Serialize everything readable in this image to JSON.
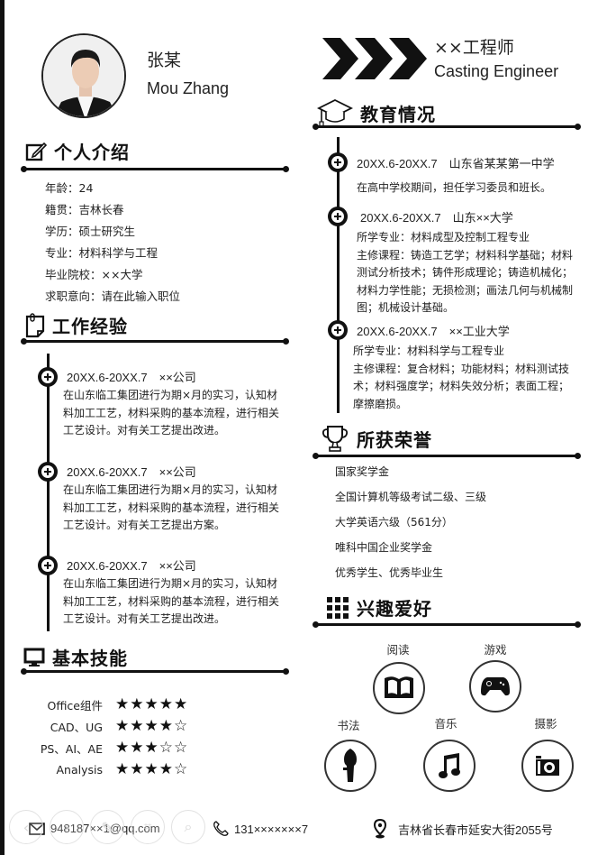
{
  "header": {
    "name_cn": "张某",
    "name_en": "Mou Zhang",
    "title_cn": "××工程师",
    "title_en": "Casting Engineer"
  },
  "profile": {
    "title": "个人介绍",
    "icon": "edit-icon",
    "lines": [
      "年龄：24",
      "籍贯：吉林长春",
      "学历：硕士研究生",
      "专业：材料科学与工程",
      "毕业院校：××大学",
      "求职意向：请在此输入职位"
    ]
  },
  "work": {
    "title": "工作经验",
    "icon": "document-icon",
    "entries": [
      {
        "head": "20XX.6-20XX.7　××公司",
        "body": "在山东临工集团进行为期×月的实习，认知材料加工工艺，材料采购的基本流程，进行相关工艺设计。对有关工艺提出改进。"
      },
      {
        "head": "20XX.6-20XX.7　××公司",
        "body": "在山东临工集团进行为期×月的实习，认知材料加工工艺，材料采购的基本流程，进行相关工艺设计。对有关工艺提出方案。"
      },
      {
        "head": "20XX.6-20XX.7　××公司",
        "body": "在山东临工集团进行为期×月的实习，认知材料加工工艺，材料采购的基本流程，进行相关工艺设计。对有关工艺提出改进。"
      }
    ]
  },
  "skills": {
    "title": "基本技能",
    "icon": "monitor-icon",
    "items": [
      {
        "name": "Office组件",
        "stars": "★★★★★",
        "rating": 5
      },
      {
        "name": "CAD、UG",
        "stars": "★★★★☆",
        "rating": 4
      },
      {
        "name": "PS、AI、AE",
        "stars": "★★★☆☆",
        "rating": 3
      },
      {
        "name": "Analysis",
        "stars": "★★★★☆",
        "rating": 4
      }
    ]
  },
  "education": {
    "title": "教育情况",
    "icon": "graduation-cap-icon",
    "entries": [
      {
        "head": "20XX.6-20XX.7　山东省某某第一中学",
        "body": "在高中学校期间，担任学习委员和班长。"
      },
      {
        "head": "20XX.6-20XX.7　山东××大学",
        "body": "所学专业：材料成型及控制工程专业\n主修课程：铸造工艺学；材料科学基础；材料测试分析技术；铸件形成理论；铸造机械化；材料力学性能；无损检测；画法几何与机械制图；机械设计基础。"
      },
      {
        "head": "20XX.6-20XX.7　××工业大学",
        "body": "所学专业：材料科学与工程专业\n主修课程：复合材料；功能材料；材料测试技术；材料强度学；材料失效分析；表面工程；摩擦磨损。"
      }
    ]
  },
  "honors": {
    "title": "所获荣誉",
    "icon": "trophy-icon",
    "items": [
      "国家奖学金",
      "全国计算机等级考试二级、三级",
      "大学英语六级（561分）",
      "唯科中国企业奖学金",
      "优秀学生、优秀毕业生"
    ]
  },
  "hobbies": {
    "title": "兴趣爱好",
    "icon": "grid-icon",
    "items": [
      {
        "label": "阅读",
        "icon": "book-icon"
      },
      {
        "label": "游戏",
        "icon": "gamepad-icon"
      },
      {
        "label": "书法",
        "icon": "brush-icon"
      },
      {
        "label": "音乐",
        "icon": "music-note-icon"
      },
      {
        "label": "摄影",
        "icon": "camera-icon"
      }
    ]
  },
  "footer": {
    "email": "948187××1@qq.com",
    "phone": "131×××××××7",
    "address": "吉林省长春市延安大街2055号"
  },
  "overlay_toolbar": {
    "buttons": [
      "previous",
      "next",
      "edit",
      "crop",
      "search"
    ]
  },
  "colors": {
    "ink": "#111111",
    "text": "#222222",
    "background": "#ffffff"
  }
}
